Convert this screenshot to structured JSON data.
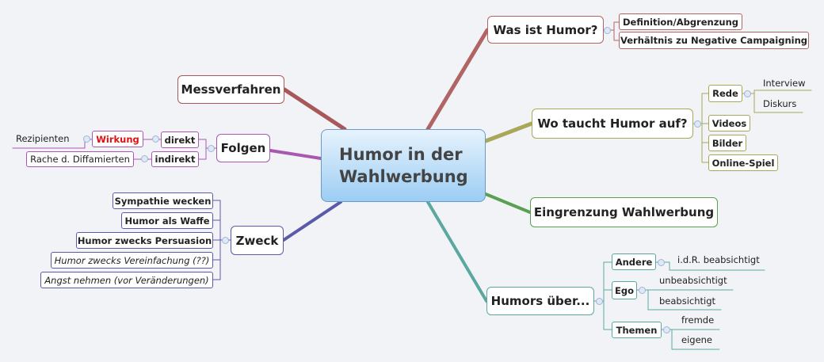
{
  "central": "Humor in der\nWahlwerbung",
  "branches": {
    "was_ist": {
      "label": "Was ist Humor?",
      "children": [
        "Definition/Abgrenzung",
        "Verhältnis zu Negative Campaigning"
      ]
    },
    "messverfahren": {
      "label": "Messverfahren"
    },
    "wo_taucht": {
      "label": "Wo taucht Humor auf?",
      "children": [
        "Rede",
        "Videos",
        "Bilder",
        "Online-Spiel"
      ],
      "rede_children": [
        "Interview",
        "Diskurs"
      ]
    },
    "eingrenzung": {
      "label": "Eingrenzung Wahlwerbung"
    },
    "humors_ueber": {
      "label": "Humors über...",
      "children": [
        "Andere",
        "Ego",
        "Themen"
      ],
      "andere_children": [
        "i.d.R. beabsichtigt"
      ],
      "ego_children": [
        "unbeabsichtigt",
        "beabsichtigt"
      ],
      "themen_children": [
        "fremde",
        "eigene"
      ]
    },
    "folgen": {
      "label": "Folgen",
      "children": [
        "direkt",
        "indirekt"
      ],
      "direkt_children": [
        "Wirkung"
      ],
      "wirkung_children": [
        "Rezipienten"
      ],
      "indirekt_children": [
        "Rache d. Diffamierten"
      ]
    },
    "zweck": {
      "label": "Zweck",
      "children": [
        "Sympathie wecken",
        "Humor als Waffe",
        "Humor zwecks Persuasion",
        "Humor zwecks Vereinfachung (??)",
        "Angst nehmen (vor Veränderungen)"
      ]
    }
  },
  "colors": {
    "was_ist": "#b06464",
    "messverfahren": "#a85858",
    "wo_taucht": "#a8a858",
    "eingrenzung": "#5aa050",
    "humors_ueber": "#5aa8a0",
    "zweck": "#5a5aa8",
    "folgen": "#a858b0",
    "highlight": "#e01010"
  }
}
